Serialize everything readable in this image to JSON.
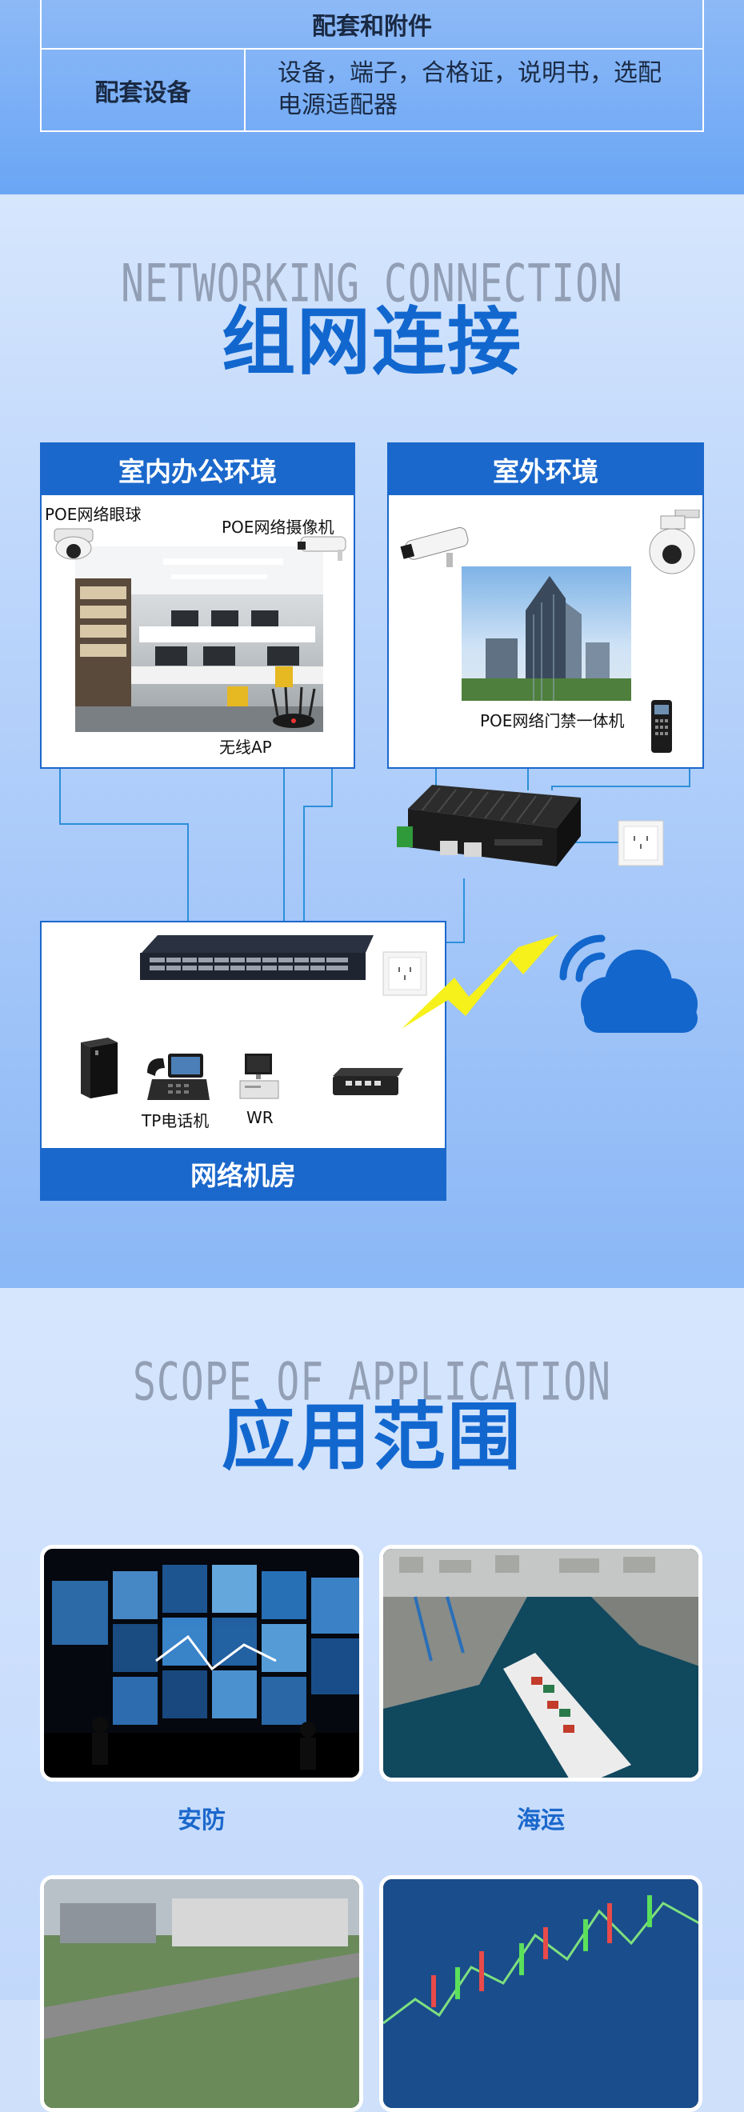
{
  "spec": {
    "header": "配套和附件",
    "key": "配套设备",
    "value_line1": "设备，端子，合格证，说明书，选配",
    "value_line2": "电源适配器"
  },
  "network": {
    "bg_title": "NETWORKING CONNECTION",
    "title": "组网连接",
    "indoor": {
      "title": "室内办公环境",
      "label_dome": "POE网络眼球",
      "label_camera": "POE网络摄像机",
      "label_ap": "无线AP"
    },
    "outdoor": {
      "title": "室外环境",
      "label_access": "POE网络门禁一体机"
    },
    "room": {
      "title": "网络机房",
      "label_phone": "TP电话机",
      "label_wr": "WR"
    },
    "colors": {
      "accent": "#1b68cc",
      "wire": "#2d8fd9",
      "title": "#1267cf"
    }
  },
  "application": {
    "bg_title": "SCOPE OF APPLICATION",
    "title": "应用范围",
    "items": [
      {
        "label": "安防",
        "icon": "security-monitor-wall-image"
      },
      {
        "label": "海运",
        "icon": "shipping-port-image"
      },
      {
        "label": "",
        "icon": "city-highway-image"
      },
      {
        "label": "",
        "icon": "stock-chart-image"
      }
    ]
  }
}
